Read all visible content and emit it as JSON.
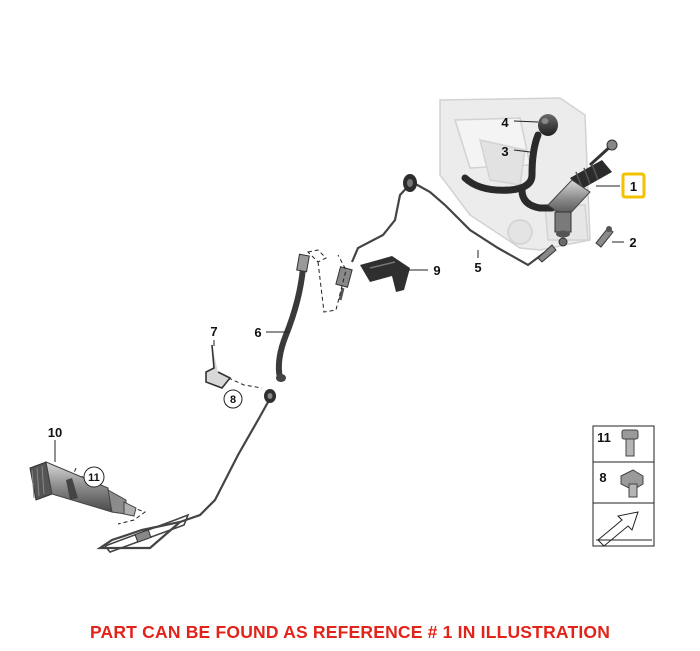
{
  "callouts": {
    "c1": "1",
    "c2": "2",
    "c3": "3",
    "c4": "4",
    "c5": "5",
    "c6": "6",
    "c7": "7",
    "c8": "8",
    "c9": "9",
    "c10": "10",
    "c11": "11"
  },
  "legend": {
    "item11": "11",
    "item8": "8"
  },
  "highlight_color": "#f2c200",
  "caption_color": "#e2231a",
  "caption": "PART CAN BE FOUND AS REFERENCE # 1 IN ILLUSTRATION"
}
